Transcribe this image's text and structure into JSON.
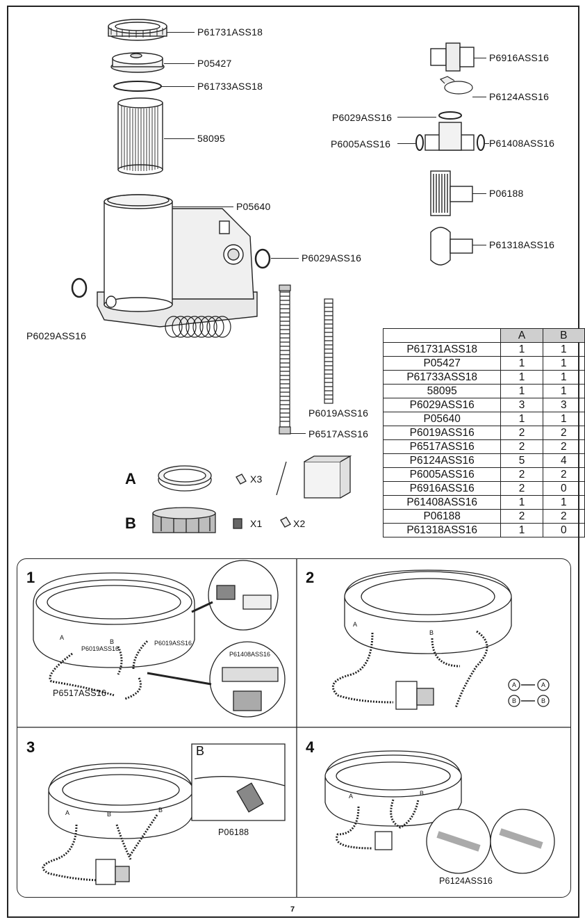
{
  "parts_labels": {
    "p61731": "P61731ASS18",
    "p05427": "P05427",
    "p61733": "P61733ASS18",
    "filter": "58095",
    "p05640": "P05640",
    "p6029_right": "P6029ASS16",
    "p6029_left": "P6029ASS16",
    "p6916": "P6916ASS16",
    "p6124": "P6124ASS16",
    "p6029_top": "P6029ASS16",
    "p6005": "P6005ASS16",
    "p61408": "P61408ASS16",
    "p06188": "P06188",
    "p61318": "P61318ASS16",
    "p6019": "P6019ASS16",
    "p6517": "P6517ASS16"
  },
  "kits": {
    "a_letter": "A",
    "a_qty": "X3",
    "b_letter": "B",
    "b_qty1": "X1",
    "b_qty2": "X2"
  },
  "table": {
    "headers": [
      "",
      "A",
      "B"
    ],
    "rows": [
      [
        "P61731ASS18",
        "1",
        "1"
      ],
      [
        "P05427",
        "1",
        "1"
      ],
      [
        "P61733ASS18",
        "1",
        "1"
      ],
      [
        "58095",
        "1",
        "1"
      ],
      [
        "P6029ASS16",
        "3",
        "3"
      ],
      [
        "P05640",
        "1",
        "1"
      ],
      [
        "P6019ASS16",
        "2",
        "2"
      ],
      [
        "P6517ASS16",
        "2",
        "2"
      ],
      [
        "P6124ASS16",
        "5",
        "4"
      ],
      [
        "P6005ASS16",
        "2",
        "2"
      ],
      [
        "P6916ASS16",
        "2",
        "0"
      ],
      [
        "P61408ASS16",
        "1",
        "1"
      ],
      [
        "P06188",
        "2",
        "2"
      ],
      [
        "P61318ASS16",
        "1",
        "0"
      ]
    ]
  },
  "steps": {
    "s1": "1",
    "s2": "2",
    "s3": "3",
    "s4": "4",
    "s1_hose_a": "P6019ASS16",
    "s1_hose_b": "P6019ASS16",
    "s1_hose_label": "P6517ASS16",
    "s1_zoom_label": "P61408ASS16",
    "s1_marker_a": "A",
    "s1_marker_b": "B",
    "s2_marker_a": "A",
    "s2_marker_b": "B",
    "s2_map_a_from": "A",
    "s2_map_a_to": "A",
    "s2_map_b_from": "B",
    "s2_map_b_to": "B",
    "s3_zoom_letter": "B",
    "s3_label": "P06188",
    "s3_marker_a": "A",
    "s3_marker_b": "B",
    "s3_marker_b2": "B",
    "s4_label": "P6124ASS16",
    "s4_marker_a": "A",
    "s4_marker_b": "B"
  },
  "page_number": "7"
}
